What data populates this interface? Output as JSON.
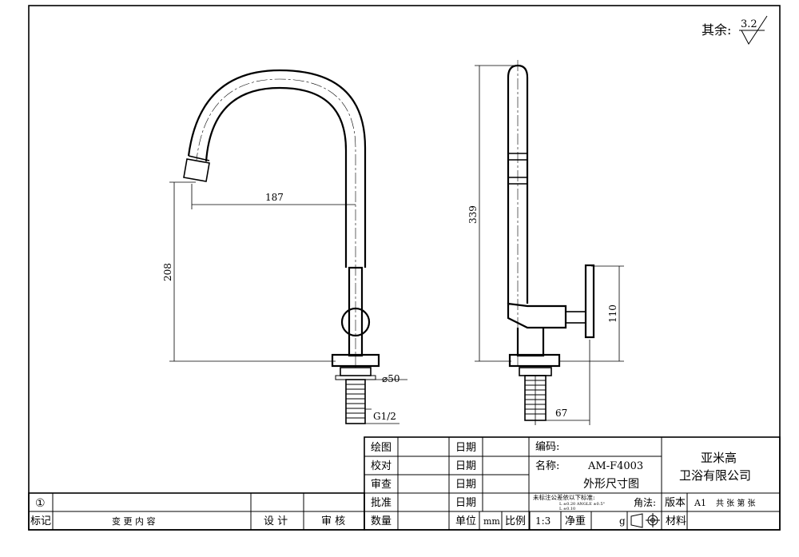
{
  "roughness": {
    "prefix": "其余:",
    "value": "3.2"
  },
  "dimensions": {
    "reach": "187",
    "spout_height": "208",
    "total_height": "339",
    "handle_height": "110",
    "handle_depth": "67",
    "base_dia": "⌀50",
    "thread": "G1/2"
  },
  "title_block": {
    "draw": "绘图",
    "check": "校对",
    "review": "审查",
    "approve": "批准",
    "date": "日期",
    "code_label": "编码:",
    "name_label": "名称:",
    "model": "AM-F4003",
    "drawing_name": "外形尺寸图",
    "company_line1": "亚米高",
    "company_line2": "卫浴有限公司",
    "tolerance_title": "未标注公差依以下标准:",
    "tolerance_line1": "L      ±0.20  ANGLE  ±0.5°",
    "tolerance_line2": "L      ±0.10",
    "angle_label": "角法:",
    "version_label": "版本",
    "version_value": "A1",
    "sheets": "共  张  第  张",
    "revision_mark": "①",
    "mark_label": "标记",
    "change_content": "变  更  内  容",
    "design": "设  计",
    "audit": "审  核",
    "quantity": "数量",
    "unit_label": "单位",
    "unit_value": "mm",
    "scale_label": "比例",
    "scale_value": "1:3",
    "net_weight": "净重",
    "weight_unit": "g",
    "material": "材料"
  }
}
